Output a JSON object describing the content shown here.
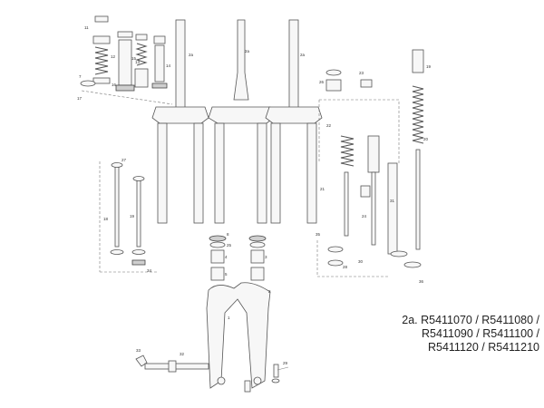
{
  "caption": {
    "lines": [
      "2a. R5411070 / R5411080 /",
      "R5411090 / R5411100 /",
      "R5411120 / R5411210"
    ]
  },
  "callouts": {
    "c2a_1": "2a",
    "c2a_2": "2a",
    "c2a_3": "2a",
    "c1": "1",
    "c2": "2",
    "c3": "3",
    "c4": "4",
    "c5": "5",
    "c7": "7",
    "c8": "8",
    "c11": "11",
    "c12": "12",
    "c13": "13",
    "c14": "14",
    "c15": "15",
    "c16": "16",
    "c17": "17",
    "c18": "18",
    "c19": "19",
    "c20": "20",
    "c21": "21",
    "c22": "22",
    "c23": "23",
    "c24": "24",
    "c25": "25",
    "c26": "26",
    "c27": "27",
    "c28": "28",
    "c29": "29",
    "c30": "30",
    "c31": "31",
    "c32": "32",
    "c33": "33",
    "c34": "34",
    "c35": "35",
    "c36": "36"
  }
}
